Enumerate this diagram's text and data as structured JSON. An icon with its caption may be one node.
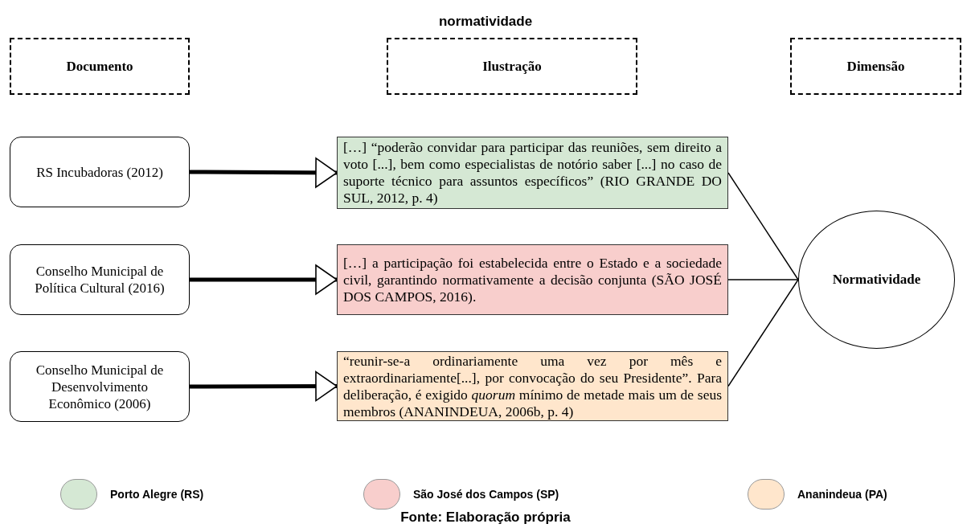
{
  "diagram": {
    "title": "normatividade",
    "caption": "Fonte: Elaboração própria",
    "nodes": [
      {
        "text": [
          "Documento"
        ]
      },
      {
        "text": [
          "Ilustração"
        ]
      },
      {
        "text": [
          "Dimensão"
        ]
      },
      {
        "text": [
          "RS Incubadoras (2012)"
        ]
      },
      {
        "text": [
          "[…] “poderão convidar para participar das reuniões, sem direito a voto [...], bem como especialistas de notório saber [...] no caso de suporte técnico para assuntos específicos” (RIO GRANDE DO SUL, 2012, p. 4)"
        ]
      },
      {
        "text": [
          "Conselho Municipal de Política Cultural (2016)"
        ]
      },
      {
        "text": [
          "[…] a participação foi estabelecida entre o Estado e a sociedade civil, garantindo normativamente a decisão conjunta (SÃO JOSÉ DOS CAMPOS, 2016)."
        ]
      },
      {
        "text": [
          "Conselho Municipal de Desenvolvimento Econômico (2006)"
        ]
      },
      {
        "text": [
          "“reunir-se-a ordinariamente uma vez por mês e extraordinariamente[...], por convocação do seu Presidente”. Para deliberação, é exigido *quorum* mínimo de metade mais um de seus membros (ANANINDEUA, 2006b, p. 4)"
        ]
      },
      {
        "text": [
          "Normatividade"
        ]
      }
    ],
    "edges": [
      {
        "from": 3,
        "to": 4,
        "arrow": "to",
        "style": "thick"
      },
      {
        "from": 5,
        "to": 6,
        "arrow": "to",
        "style": "thick"
      },
      {
        "from": 7,
        "to": 8,
        "arrow": "to",
        "style": "thick"
      },
      {
        "from": 4,
        "to": 9,
        "arrow": "none"
      },
      {
        "from": 6,
        "to": 9,
        "arrow": "none"
      },
      {
        "from": 8,
        "to": 9,
        "arrow": "none"
      }
    ],
    "legend": [
      {
        "text": "Porto Alegre (RS)",
        "color": "#d5e8d4"
      },
      {
        "text": "São José dos Campos (SP)",
        "color": "#f8cecc"
      },
      {
        "text": "Ananindeua (PA)",
        "color": "#ffe6cc"
      }
    ]
  }
}
